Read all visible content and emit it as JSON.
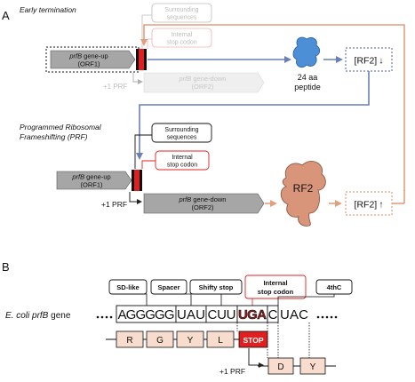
{
  "panel_a": {
    "label": "A",
    "early": {
      "title": "Early termination",
      "surrounding": [
        "Surrounding",
        "sequences"
      ],
      "internal": [
        "Internal",
        "stop codon"
      ],
      "gene_up": [
        "prfB",
        " gene-up",
        "(ORF1)"
      ],
      "gene_down": [
        "prfB",
        " gene-down",
        "(ORF2)"
      ],
      "prf_label": "+1 PRF",
      "peptide": [
        "24 aa",
        "peptide"
      ],
      "rf2_level": "[RF2]",
      "arrow_down": "↓"
    },
    "prf": {
      "title": [
        "Programmed  Ribosomal",
        "Frameshifting (PRF)"
      ],
      "surrounding": [
        "Surrounding",
        "sequences"
      ],
      "internal": [
        "Internal",
        "stop codon"
      ],
      "gene_up": [
        "prfB",
        " gene-up",
        "(ORF1)"
      ],
      "gene_down": [
        "prfB",
        " gene-down",
        "(ORF2)"
      ],
      "prf_label": "+1 PRF",
      "rf2": "RF2",
      "rf2_level": "[RF2]",
      "arrow_up": "↑"
    }
  },
  "panel_b": {
    "label": "B",
    "region_labels": [
      "SD-like",
      "Spacer",
      "Shifty stop",
      "Internal\nstop codon",
      "4thC"
    ],
    "gene_label": [
      "E. coli prfB",
      " gene"
    ],
    "sd_seq": "AGGGGG",
    "spacer_seq": "UAU",
    "shifty_seq": "CUU",
    "stop_seq": "UGA",
    "fourth_seq": "C",
    "trail_seq": "UAC",
    "frame0_aa": [
      "R",
      "G",
      "Y",
      "L"
    ],
    "stop_label": "STOP",
    "frame1_aa": [
      "D",
      "Y"
    ],
    "prf_label": "+1 PRF"
  },
  "colors": {
    "blue": "#6a7fb6",
    "orange": "#e0a07e",
    "red": "#e02020",
    "gene_dark": "#a6a6a6",
    "gene_faded": "#efefef",
    "aa_fill": "#f8dccd",
    "stop_fill": "#e02020",
    "peptide": "#4d8fd6",
    "rf2_fill": "#d9957a"
  }
}
